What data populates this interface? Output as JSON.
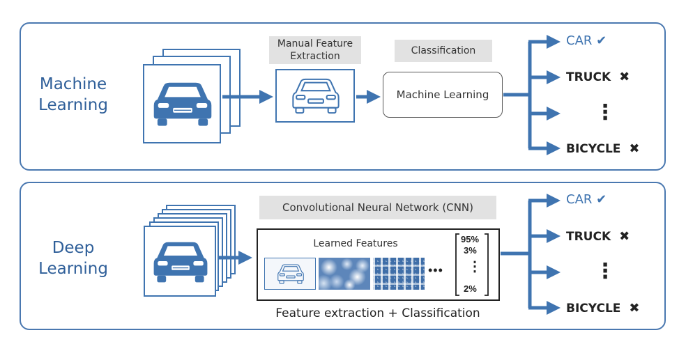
{
  "colors": {
    "accent": "#3f74b0",
    "border": "#4a78b0",
    "label_bg": "#e2e2e2"
  },
  "ml": {
    "title_line1": "Machine",
    "title_line2": "Learning",
    "manual_feature_line1": "Manual Feature",
    "manual_feature_line2": "Extraction",
    "classification": "Classification",
    "model": "Machine Learning",
    "outputs": [
      {
        "label": "CAR",
        "mark": "✔"
      },
      {
        "label": "TRUCK",
        "mark": "✖"
      },
      {
        "label": "⋮",
        "mark": ""
      },
      {
        "label": "BICYCLE",
        "mark": "✖"
      }
    ]
  },
  "dl": {
    "title_line1": "Deep",
    "title_line2": "Learning",
    "cnn": "Convolutional Neural Network (CNN)",
    "learned_features": "Learned Features",
    "dots": "•••",
    "probs": [
      "95%",
      "3%",
      "⋮",
      "2%"
    ],
    "caption": "Feature extraction + Classification",
    "outputs": [
      {
        "label": "CAR",
        "mark": "✔"
      },
      {
        "label": "TRUCK",
        "mark": "✖"
      },
      {
        "label": "⋮",
        "mark": ""
      },
      {
        "label": "BICYCLE",
        "mark": "✖"
      }
    ]
  },
  "icons": {
    "car": "car-front-icon",
    "check": "check-icon",
    "cross": "cross-icon"
  }
}
